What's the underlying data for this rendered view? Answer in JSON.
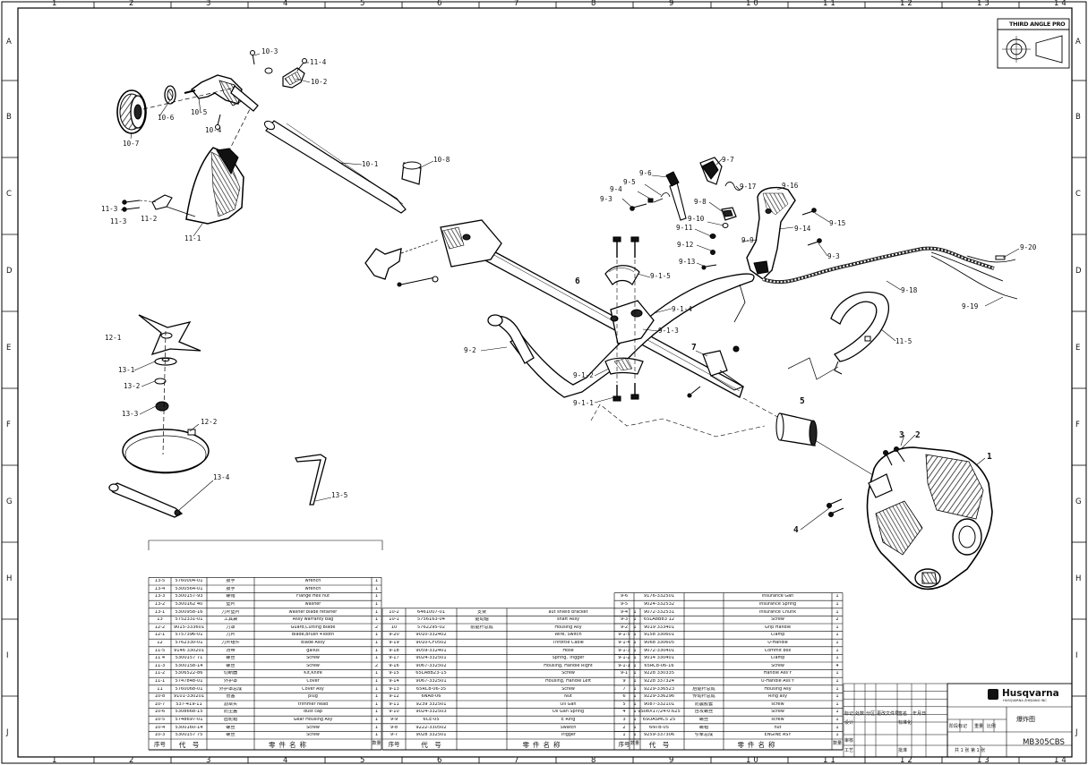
{
  "frame": {
    "columns": [
      "1",
      "2",
      "3",
      "4",
      "5",
      "6",
      "7",
      "8",
      "9",
      "10",
      "11",
      "12",
      "13",
      "14"
    ],
    "rows": [
      "A",
      "B",
      "C",
      "D",
      "E",
      "F",
      "G",
      "H",
      "I",
      "J"
    ]
  },
  "projection_box": {
    "title": "THIRD ANGLE PRO"
  },
  "callouts": [
    {
      "id": "c-10-3",
      "text": "10-3"
    },
    {
      "id": "c-11-4",
      "text": "11-4"
    },
    {
      "id": "c-10-2",
      "text": "10-2"
    },
    {
      "id": "c-10-6",
      "text": "10-6"
    },
    {
      "id": "c-10-5",
      "text": "10-5"
    },
    {
      "id": "c-10-4",
      "text": "10-4"
    },
    {
      "id": "c-10-7",
      "text": "10-7"
    },
    {
      "id": "c-10-1",
      "text": "10-1"
    },
    {
      "id": "c-10-8",
      "text": "10-8"
    },
    {
      "id": "c-11-3a",
      "text": "11-3"
    },
    {
      "id": "c-11-3b",
      "text": "11-3"
    },
    {
      "id": "c-11-2",
      "text": "11-2"
    },
    {
      "id": "c-11-1",
      "text": "11-1"
    },
    {
      "id": "c-9-6",
      "text": "9-6"
    },
    {
      "id": "c-9-5",
      "text": "9-5"
    },
    {
      "id": "c-9-4",
      "text": "9-4"
    },
    {
      "id": "c-9-3a",
      "text": "9-3"
    },
    {
      "id": "c-9-7",
      "text": "9-7"
    },
    {
      "id": "c-9-17",
      "text": "9-17"
    },
    {
      "id": "c-9-16",
      "text": "9-16"
    },
    {
      "id": "c-9-8",
      "text": "9-8"
    },
    {
      "id": "c-9-15",
      "text": "9-15"
    },
    {
      "id": "c-9-10",
      "text": "9-10"
    },
    {
      "id": "c-9-11",
      "text": "9-11"
    },
    {
      "id": "c-9-14",
      "text": "9-14"
    },
    {
      "id": "c-9-12",
      "text": "9-12"
    },
    {
      "id": "c-9-9",
      "text": "9-9"
    },
    {
      "id": "c-9-3b",
      "text": "9-3"
    },
    {
      "id": "c-9-13",
      "text": "9-13"
    },
    {
      "id": "c-9-20",
      "text": "9-20"
    },
    {
      "id": "c-9-1-5",
      "text": "9-1-5"
    },
    {
      "id": "c-6",
      "text": "6"
    },
    {
      "id": "c-9-18",
      "text": "9-18"
    },
    {
      "id": "c-9-19",
      "text": "9-19"
    },
    {
      "id": "c-9-1-4",
      "text": "9-1-4"
    },
    {
      "id": "c-9-1-3",
      "text": "9-1-3"
    },
    {
      "id": "c-12-1",
      "text": "12-1"
    },
    {
      "id": "c-11-5",
      "text": "11-5"
    },
    {
      "id": "c-9-2",
      "text": "9-2"
    },
    {
      "id": "c-7",
      "text": "7"
    },
    {
      "id": "c-13-1",
      "text": "13-1"
    },
    {
      "id": "c-13-2",
      "text": "13-2"
    },
    {
      "id": "c-9-1-2",
      "text": "9-1-2"
    },
    {
      "id": "c-9-1-1",
      "text": "9-1-1"
    },
    {
      "id": "c-5",
      "text": "5"
    },
    {
      "id": "c-13-3",
      "text": "13-3"
    },
    {
      "id": "c-12-2",
      "text": "12-2"
    },
    {
      "id": "c-3",
      "text": "3"
    },
    {
      "id": "c-2",
      "text": "2"
    },
    {
      "id": "c-1",
      "text": "1"
    },
    {
      "id": "c-13-4",
      "text": "13-4"
    },
    {
      "id": "c-13-5",
      "text": "13-5"
    },
    {
      "id": "c-4",
      "text": "4"
    }
  ],
  "parts_table_1": {
    "rows": [
      {
        "no": "13-5",
        "code": "5760004-01",
        "cn": "扳手",
        "en": "wrench",
        "qty": "1"
      },
      {
        "no": "13-4",
        "code": "5300564-01",
        "cn": "扳手",
        "en": "wrench",
        "qty": "1"
      },
      {
        "no": "13-3",
        "code": "5300157-93",
        "cn": "螺帽",
        "en": "Flange Hex nut",
        "qty": "1"
      },
      {
        "no": "13-2",
        "code": "5300162 40",
        "cn": "垫片",
        "en": "washer",
        "qty": "1"
      },
      {
        "no": "13-1",
        "code": "5300958-16",
        "cn": "刀片垫片",
        "en": "washer blade retainer",
        "qty": "1"
      },
      {
        "no": "13",
        "code": "5752331-01",
        "cn": "工具袋",
        "en": "Assy warranty bag",
        "qty": "1"
      },
      {
        "no": "12-2",
        "code": "9015-333601",
        "cn": "刀罩",
        "en": "Guard,Cutting Blade",
        "qty": "2"
      },
      {
        "no": "12-1",
        "code": "5757396-01",
        "cn": "刀片",
        "en": "Blade,Brush 4Tooth",
        "qty": "1"
      },
      {
        "no": "12",
        "code": "5762330-01",
        "cn": "刀片组件",
        "en": "Blade Assy",
        "qty": "1"
      },
      {
        "no": "11-5",
        "code": "9146 330201",
        "cn": "背带",
        "en": "gallus",
        "qty": "1"
      },
      {
        "no": "11 4",
        "code": "5300157 71",
        "cn": "螺丝",
        "en": "Screw",
        "qty": "1"
      },
      {
        "no": "11-3",
        "code": "5300158-14",
        "cn": "螺丝",
        "en": "Screw",
        "qty": "2"
      },
      {
        "no": "11-2",
        "code": "5306522-86",
        "cn": "切断器",
        "en": "Kit,Knife",
        "qty": "1"
      },
      {
        "no": "11-1",
        "code": "5747848-01",
        "cn": "外护罩",
        "en": "Cover",
        "qty": "1"
      },
      {
        "no": "11",
        "code": "5760068-01",
        "cn": "外护罩总成",
        "en": "Cover Asy",
        "qty": "1"
      },
      {
        "no": "10-8",
        "code": "9101-330201",
        "cn": "管塞",
        "en": "plug",
        "qty": "1"
      },
      {
        "no": "10-7",
        "code": "537-419-11",
        "cn": "割草头",
        "en": "trimmer head",
        "qty": "1"
      },
      {
        "no": "10-6",
        "code": "5308668-15",
        "cn": "防尘盖",
        "en": "dust cap",
        "qty": "1"
      },
      {
        "no": "10-5",
        "code": "5748697-01",
        "cn": "齿轮箱",
        "en": "Gear Housing Asy",
        "qty": "1"
      },
      {
        "no": "10-4",
        "code": "5300160-14",
        "cn": "螺丝",
        "en": "Screw",
        "qty": "1"
      },
      {
        "no": "10-3",
        "code": "5300157 75",
        "cn": "螺丝",
        "en": "Screw",
        "qty": "1"
      }
    ]
  },
  "parts_table_2": {
    "rows": [
      {
        "no": "10-2",
        "code": "6461007-01",
        "cn": "支架",
        "en": "aut shield bracket",
        "qty": "1"
      },
      {
        "no": "10-1",
        "code": "5756163-04",
        "cn": "驱动轴",
        "en": "shaft Assy",
        "qty": "1"
      },
      {
        "no": "10",
        "code": "5762295-02",
        "cn": "前驱杆总成",
        "en": "Housing Asy",
        "qty": "1"
      },
      {
        "no": "9-20",
        "code": "9010-332402",
        "cn": "",
        "en": "Wire, Switch",
        "qty": "1"
      },
      {
        "no": "9-19",
        "code": "9010-CF0502",
        "cn": "",
        "en": "Throttle Cable",
        "qty": "1"
      },
      {
        "no": "9-18",
        "code": "9059-332401",
        "cn": "",
        "en": "Hose",
        "qty": "1"
      },
      {
        "no": "9-17",
        "code": "9024-332501",
        "cn": "",
        "en": "Spring, Trigger",
        "qty": "1"
      },
      {
        "no": "9-16",
        "code": "9067-332502",
        "cn": "",
        "en": "Housing, Handle Right",
        "qty": "1"
      },
      {
        "no": "9-15",
        "code": "65LA8B23-15",
        "cn": "",
        "en": "Screw",
        "qty": "1"
      },
      {
        "no": "9-14",
        "code": "9067-332501",
        "cn": "",
        "en": "Housing, Handle Left",
        "qty": "1"
      },
      {
        "no": "9-13",
        "code": "65RC8-06-35",
        "cn": "",
        "en": "Screw",
        "qty": "1"
      },
      {
        "no": "9-12",
        "code": "6NA8-06",
        "cn": "",
        "en": "Nut",
        "qty": "1"
      },
      {
        "no": "9-11",
        "code": "9239 332501",
        "cn": "",
        "en": "Oil Gan",
        "qty": "1"
      },
      {
        "no": "9-10",
        "code": "9024-332503",
        "cn": "",
        "en": "Oil Gan Spring",
        "qty": "1"
      },
      {
        "no": "9-9",
        "code": "6CE-05",
        "cn": "",
        "en": "E Ring",
        "qty": "1"
      },
      {
        "no": "9-8",
        "code": "9222-330502",
        "cn": "",
        "en": "Swatch",
        "qty": "1"
      },
      {
        "no": "9-7",
        "code": "9028 332501",
        "cn": "",
        "en": "Trigger",
        "qty": "1"
      }
    ]
  },
  "parts_table_3": {
    "rows": [
      {
        "no": "9-6",
        "code": "9176-332501",
        "cn": "",
        "en": "Insurance Gan",
        "qty": "1"
      },
      {
        "no": "9-5",
        "code": "9024-332532",
        "cn": "",
        "en": "Insurance Spring",
        "qty": "1"
      },
      {
        "no": "9-4",
        "code": "9072-332531",
        "cn": "",
        "en": "Insurance Chunk",
        "qty": "1"
      },
      {
        "no": "9-3",
        "code": "65LA8B83 12",
        "cn": "",
        "en": "Screw",
        "qty": "2"
      },
      {
        "no": "9-2",
        "code": "9019 333401",
        "cn": "",
        "en": "Grip Handle",
        "qty": "1"
      },
      {
        "no": "9-1-5",
        "code": "9158 330601",
        "cn": "",
        "en": "Clamp",
        "qty": "1"
      },
      {
        "no": "9-1-4",
        "code": "9068 330605",
        "cn": "",
        "en": "U-Handle",
        "qty": "1"
      },
      {
        "no": "9-1-3",
        "code": "9072-330401",
        "cn": "",
        "en": "Commit box",
        "qty": "1"
      },
      {
        "no": "9-1-2",
        "code": "9014 330401",
        "cn": "",
        "en": "Clamp",
        "qty": "1"
      },
      {
        "no": "9-1-1",
        "code": "65RC8-06-16",
        "cn": "",
        "en": "Screw",
        "qty": "4"
      },
      {
        "no": "9-1",
        "code": "9228 330335",
        "cn": "",
        "en": "Handle Ass'Y",
        "qty": "1"
      },
      {
        "no": "9",
        "code": "9228 337324",
        "cn": "",
        "en": "U-Handle Ass'Y",
        "qty": "1"
      },
      {
        "no": "7",
        "code": "9229-336523",
        "cn": "后驱杆总成",
        "en": "Housing Asy",
        "qty": "1"
      },
      {
        "no": "6",
        "code": "9229-336296",
        "cn": "传动杆总成",
        "en": "Ring asy",
        "qty": "1"
      },
      {
        "no": "5",
        "code": "9087-332101",
        "cn": "防震胶套",
        "en": "screw",
        "qty": "1"
      },
      {
        "no": "4",
        "code": "9S08X17/24-0.625",
        "cn": "自攻螺丝",
        "en": "Screw",
        "qty": "1"
      },
      {
        "no": "3",
        "code": "6SOASMC5 25",
        "cn": "螺丝",
        "en": "screw",
        "qty": "1"
      },
      {
        "no": "2",
        "code": "6NTB-05",
        "cn": "螺帽",
        "en": "nut",
        "qty": "1"
      },
      {
        "no": "1",
        "code": "9259-337306",
        "cn": "引擎总成",
        "en": "ENGINE ASY",
        "qty": "1"
      }
    ]
  },
  "table_header": {
    "seq": "序号",
    "code": "代　号",
    "name": "零件名称",
    "qty": "数量"
  },
  "title_block": {
    "company": "Husqvarna",
    "company_sub": "HUSQVARNA ZHEJIANG INC",
    "drawing_title": "爆炸图",
    "drawing_number": "MB305CBS",
    "rev_labels": [
      "标记",
      "处数",
      "分区",
      "更改文件号",
      "签名",
      "年月日"
    ],
    "role_labels": [
      "设计",
      "标准化",
      "审核",
      "工艺",
      "批准"
    ],
    "stage_labels": [
      "阶段标记",
      "重量",
      "比例"
    ],
    "sheet_info": "共 1 张 第 1 张"
  }
}
